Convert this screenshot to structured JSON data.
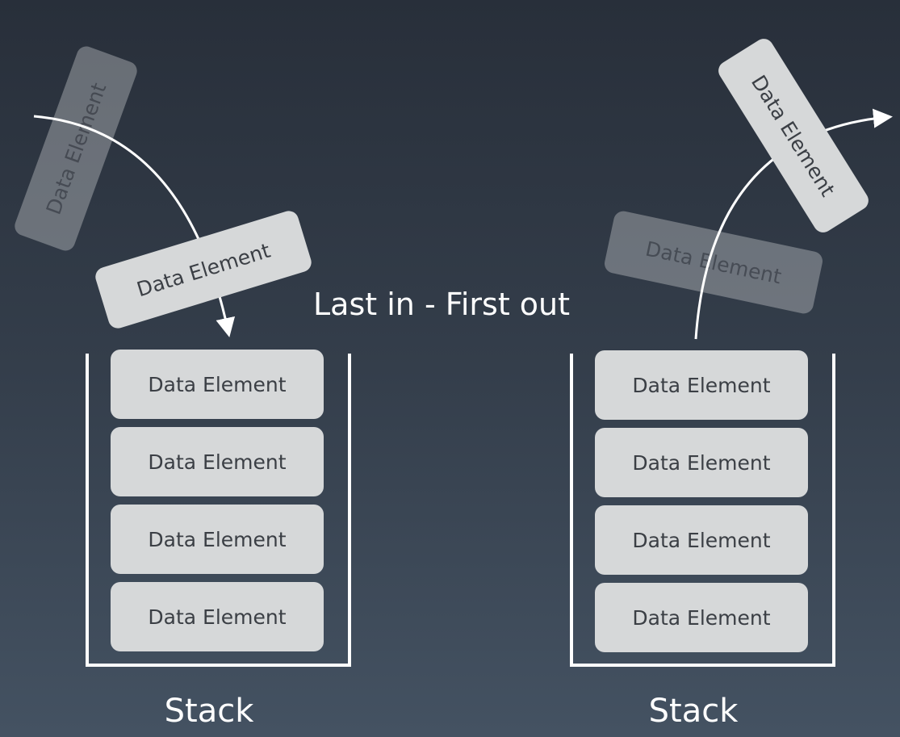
{
  "caption": "Last in - First out",
  "element_label": "Data Element",
  "left_stack": {
    "label": "Stack",
    "items": [
      "Data Element",
      "Data Element",
      "Data Element",
      "Data Element"
    ],
    "incoming_ghost": "Data Element",
    "incoming": "Data Element"
  },
  "right_stack": {
    "label": "Stack",
    "items": [
      "Data Element",
      "Data Element",
      "Data Element",
      "Data Element"
    ],
    "outgoing_ghost": "Data Element",
    "outgoing": "Data Element"
  }
}
